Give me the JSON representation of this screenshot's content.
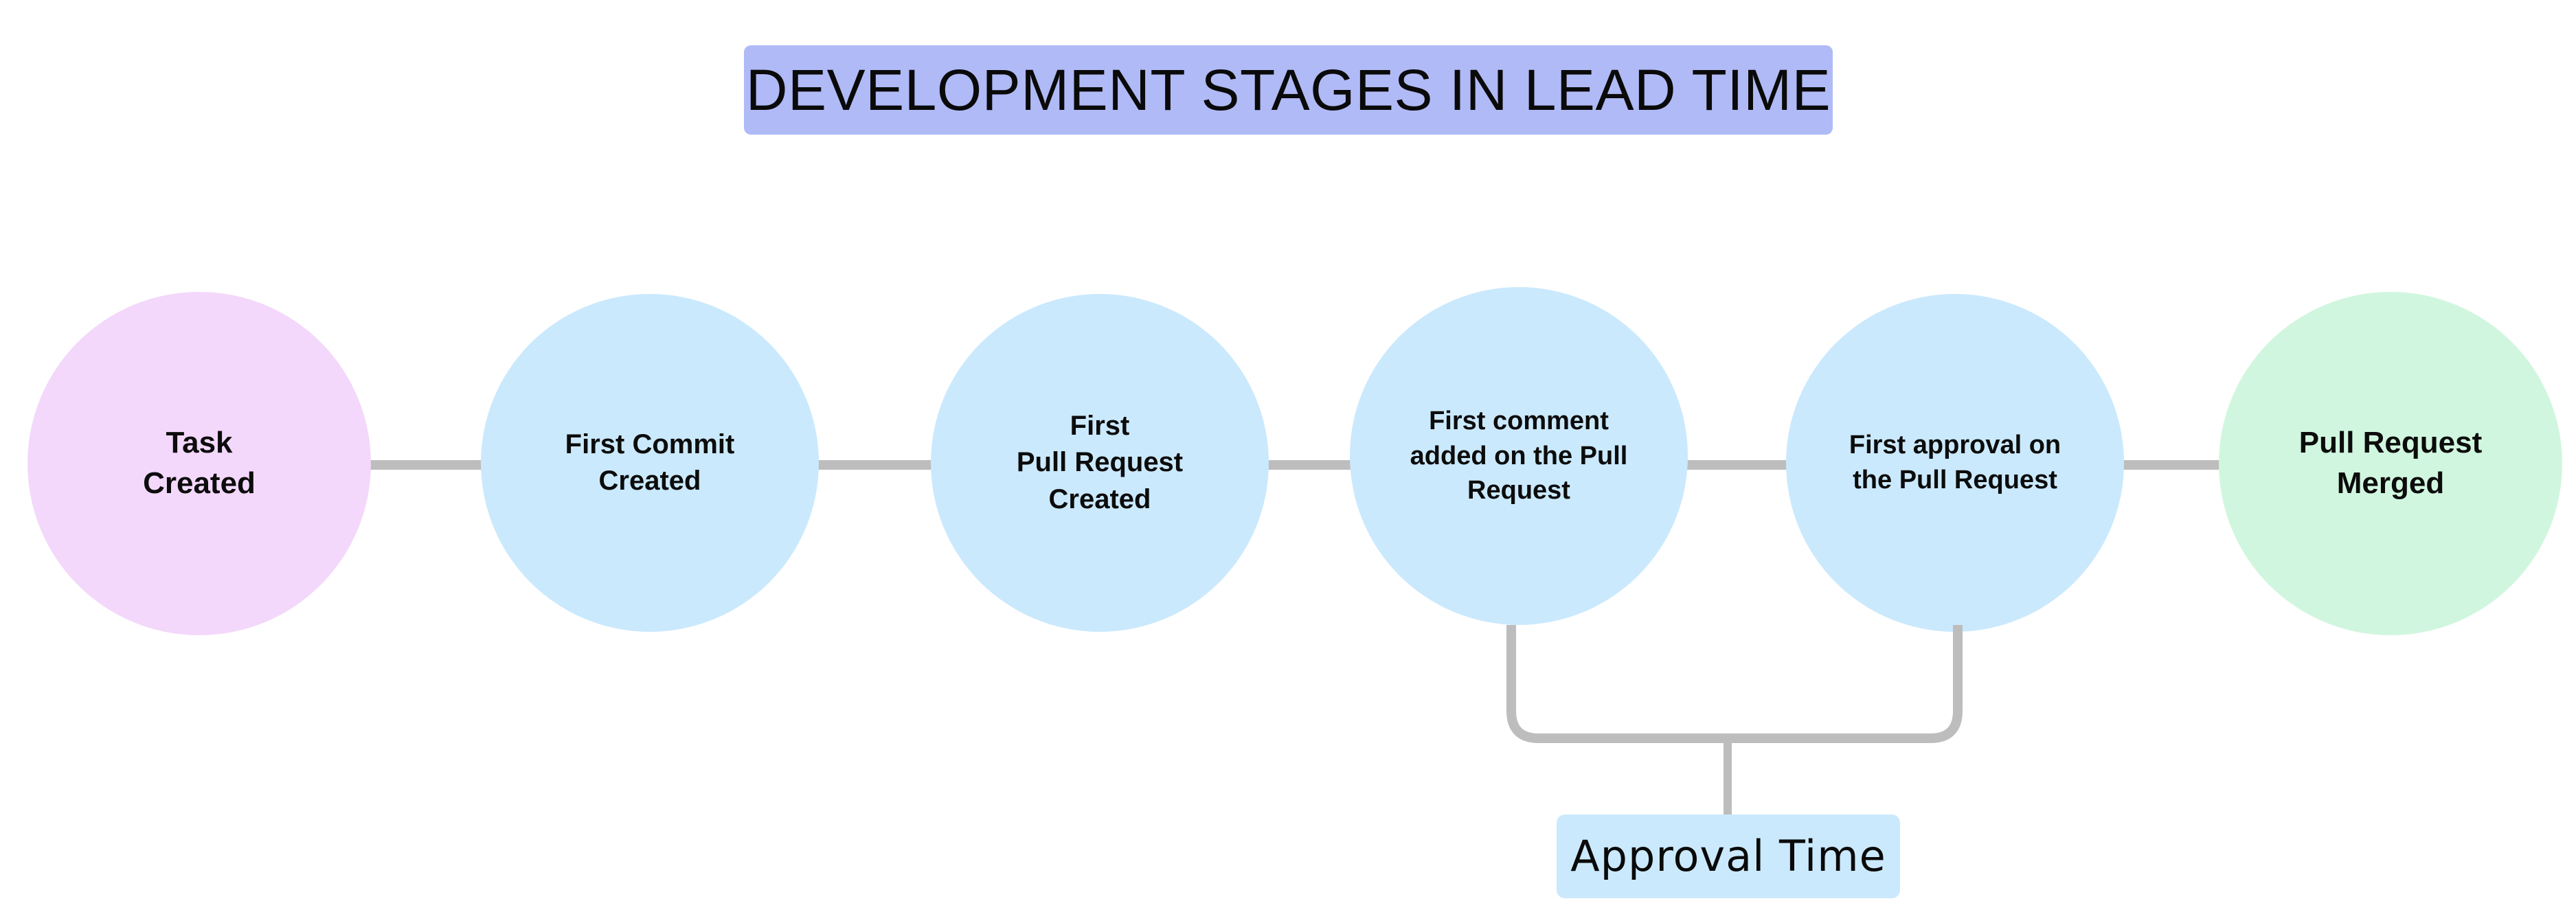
{
  "title": {
    "text": "DEVELOPMENT STAGES IN LEAD TIME",
    "background_color": "#b0baf6",
    "text_color": "#0a0a0a"
  },
  "colors": {
    "page_background": "#ffffff",
    "start_node": "#f3d8fb",
    "stage_node": "#cbe9fd",
    "end_node": "#d1f6df",
    "connector": "#bdbdbd",
    "annotation_background": "#cbe9fd"
  },
  "nodes": [
    {
      "id": "task-created",
      "label": "Task\nCreated",
      "color": "#f3d8fb",
      "variant": "pink"
    },
    {
      "id": "first-commit-created",
      "label": "First Commit\nCreated",
      "color": "#cbe9fd",
      "variant": "blue"
    },
    {
      "id": "first-pr-created",
      "label": "First\nPull Request\nCreated",
      "color": "#cbe9fd",
      "variant": "blue"
    },
    {
      "id": "first-comment-on-pr",
      "label": "First comment\nadded on the Pull\nRequest",
      "color": "#cbe9fd",
      "variant": "blue"
    },
    {
      "id": "first-approval-on-pr",
      "label": "First approval on\nthe Pull Request",
      "color": "#cbe9fd",
      "variant": "blue"
    },
    {
      "id": "pull-request-merged",
      "label": "Pull Request\nMerged",
      "color": "#d1f6df",
      "variant": "green"
    }
  ],
  "annotation": {
    "label": "Approval Time",
    "spans_from": "first-comment-on-pr",
    "spans_to": "first-approval-on-pr"
  },
  "chart_data": {
    "type": "diagram",
    "title": "DEVELOPMENT STAGES IN LEAD TIME",
    "flow": [
      "Task Created",
      "First Commit Created",
      "First Pull Request Created",
      "First comment added on the Pull Request",
      "First approval on the Pull Request",
      "Pull Request Merged"
    ],
    "annotations": [
      {
        "label": "Approval Time",
        "from": "First comment added on the Pull Request",
        "to": "First approval on the Pull Request"
      }
    ]
  }
}
